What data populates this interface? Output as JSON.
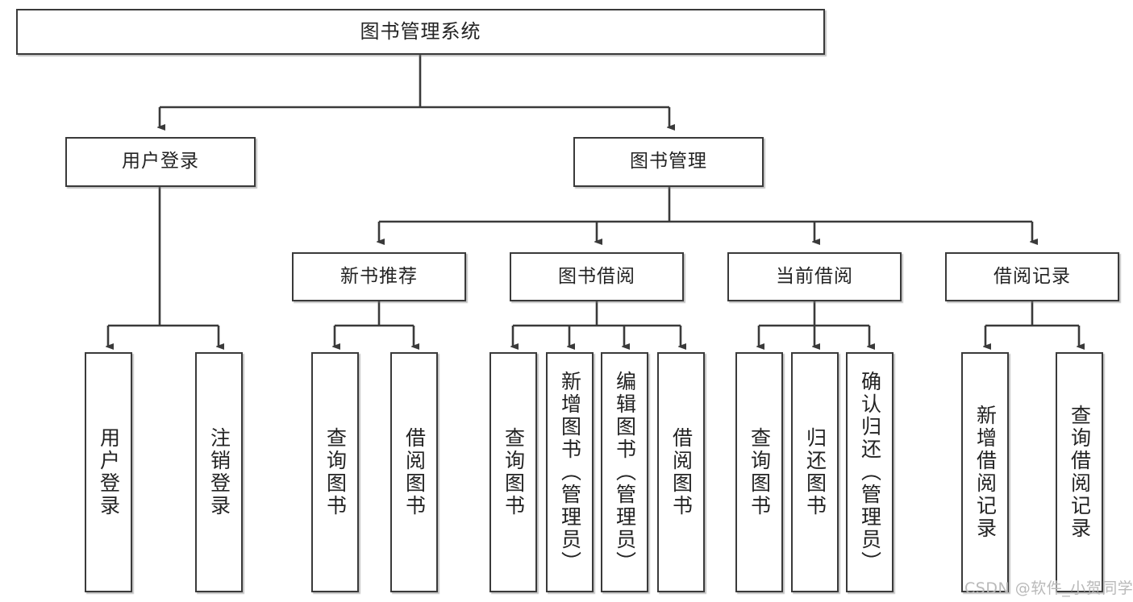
{
  "diagram": {
    "title": "图书管理系统",
    "watermark": "CSDN @软件_小贺同学",
    "colors": {
      "box_border": "#3a3a3a",
      "box_fill": "#ffffff",
      "edge": "#3a3a3a",
      "text": "#232323",
      "watermark": "#b9b9b9",
      "background": "#ffffff"
    },
    "root": {
      "label": "图书管理系统"
    },
    "level1": [
      {
        "label": "用户登录"
      },
      {
        "label": "图书管理"
      }
    ],
    "level2": [
      {
        "label": "新书推荐"
      },
      {
        "label": "图书借阅"
      },
      {
        "label": "当前借阅"
      },
      {
        "label": "借阅记录"
      }
    ],
    "leaves": {
      "user_login": [
        {
          "label": "用户登录"
        },
        {
          "label": "注销登录"
        }
      ],
      "new_book_recommend": [
        {
          "label": "查询图书"
        },
        {
          "label": "借阅图书"
        }
      ],
      "book_borrow": [
        {
          "label": "查询图书"
        },
        {
          "label": "新增图书（管理员）"
        },
        {
          "label": "编辑图书（管理员）"
        },
        {
          "label": "借阅图书"
        }
      ],
      "current_borrow": [
        {
          "label": "查询图书"
        },
        {
          "label": "归还图书"
        },
        {
          "label": "确认归还（管理员）"
        }
      ],
      "borrow_record": [
        {
          "label": "新增借阅记录"
        },
        {
          "label": "查询借阅记录"
        }
      ]
    }
  }
}
